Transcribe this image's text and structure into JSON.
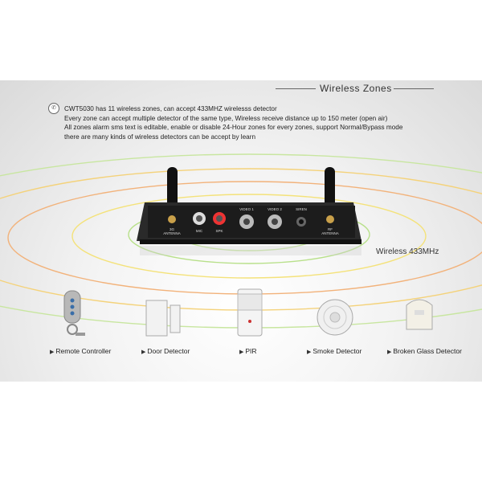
{
  "section_title": "Wireless Zones",
  "description_lines": [
    "CWT5030 has 11 wireless zones, can accept 433MHZ wirelesss detector",
    "Every zone can accept multiple detector of the same type, Wireless receive distance up to 150 meter (open air)",
    "All zones alarm sms text is editable, enable or disable 24-Hour zones for every zones, support Normal/Bypass mode",
    "there are many kinds of wireless detectors can be accept by learn"
  ],
  "device": {
    "caption": "Wireless 433MHz",
    "port_labels": {
      "left_antenna": "3G\nANTENNA",
      "mic": "MIC",
      "spk": "SPK",
      "video1": "VIDEO 1",
      "video2": "VIDEO 2",
      "siren": "SIREN",
      "right_antenna": "RF\nANTENNA"
    }
  },
  "detectors": [
    {
      "label": "Remote Controller",
      "icon": "remote-controller-icon"
    },
    {
      "label": "Door Detector",
      "icon": "door-detector-icon"
    },
    {
      "label": "PIR",
      "icon": "pir-sensor-icon"
    },
    {
      "label": "Smoke Detector",
      "icon": "smoke-detector-icon"
    },
    {
      "label": "Broken Glass Detector",
      "icon": "broken-glass-detector-icon"
    }
  ],
  "colors": {
    "ring_green": "#b8e08a",
    "ring_yellow": "#f4e27a",
    "ring_orange": "#f2b27a",
    "device_body": "#1c1c1c"
  }
}
